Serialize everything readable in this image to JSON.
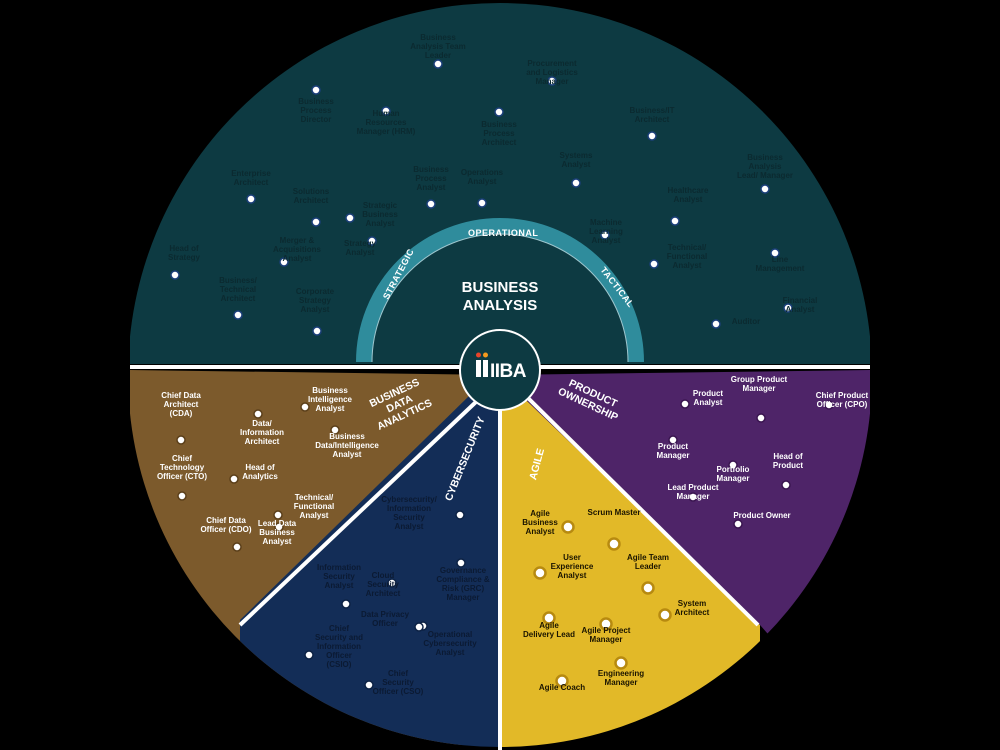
{
  "colors": {
    "business_analysis": "#0d3a42",
    "data_analytics": "#7c5a2c",
    "cybersecurity": "#132d57",
    "agile": "#e2b928",
    "product_ownership": "#4e2468",
    "ring": "#2f8c9c",
    "text_light": "#0b2a30",
    "text_dark": "#ffffff",
    "dot_fill": "#ffffff",
    "dot_stroke": "#1b3f7a",
    "dot_gold": "#b78a10"
  },
  "center": {
    "logo": "IIBA",
    "title_line1": "BUSINESS",
    "title_line2": "ANALYSIS"
  },
  "ring_labels": {
    "strategic": "STRATEGIC",
    "operational": "OPERATIONAL",
    "tactical": "TACTICAL"
  },
  "sector_titles": {
    "data_analytics": [
      "BUSINESS",
      "DATA",
      "ANALYTICS"
    ],
    "cybersecurity": "CYBERSECURITY",
    "agile": "AGILE",
    "product_ownership": [
      "PRODUCT",
      "OWNERSHIP"
    ]
  },
  "business_analysis_roles": [
    "Business Analysis Team Leader",
    "Procurement and Logistics Manager",
    "Business Process Director",
    "Human Resources Manager (HRM)",
    "Business Process Architect",
    "Business/IT Architect",
    "Systems Analyst",
    "Business Analysis Lead/ Manager",
    "Enterprise Architect",
    "Solutions Architect",
    "Business Process Analyst",
    "Operations Analyst",
    "Healthcare Analyst",
    "Strategic Business Analyst",
    "Machine Learning Analyst",
    "Head of Strategy",
    "Merger & Acquisitions Analyst",
    "Strategy Analyst",
    "Technical/ Functional Analyst",
    "Line Management",
    "Business/ Technical Architect",
    "Corporate Strategy Analyst",
    "Financial Analyst",
    "Auditor"
  ],
  "data_analytics_roles": [
    "Chief Data Architect (CDA)",
    "Business Intelligence Analyst",
    "Data/ Information Architect",
    "Business Data/Intelligence Analyst",
    "Chief Technology Officer (CTO)",
    "Head of Analytics",
    "Technical/ Functional Analyst",
    "Chief Data Officer (CDO)",
    "Lead Data Business Analyst"
  ],
  "cybersecurity_roles": [
    "Cybersecurity/ Information Security Analyst",
    "Information Security Analyst",
    "Cloud Security Architect",
    "Governance Compliance & Risk (GRC) Manager",
    "Data Privacy Officer",
    "Chief Security and Information Officer (CSIO)",
    "Operational Cybersecurity Analyst",
    "Chief Security Officer (CSO)"
  ],
  "agile_roles": [
    "Agile Business Analyst",
    "Scrum Master",
    "User Experience Analyst",
    "Agile Team Leader",
    "System Architect",
    "Agile Delivery Lead",
    "Agile Project Manager",
    "Engineering Manager",
    "Agile Coach"
  ],
  "product_ownership_roles": [
    "Product Analyst",
    "Group Product Manager",
    "Chief Product Officer (CPO)",
    "Product Manager",
    "Head of Product",
    "Portfolio Manager",
    "Lead Product Manager",
    "Product Owner"
  ]
}
